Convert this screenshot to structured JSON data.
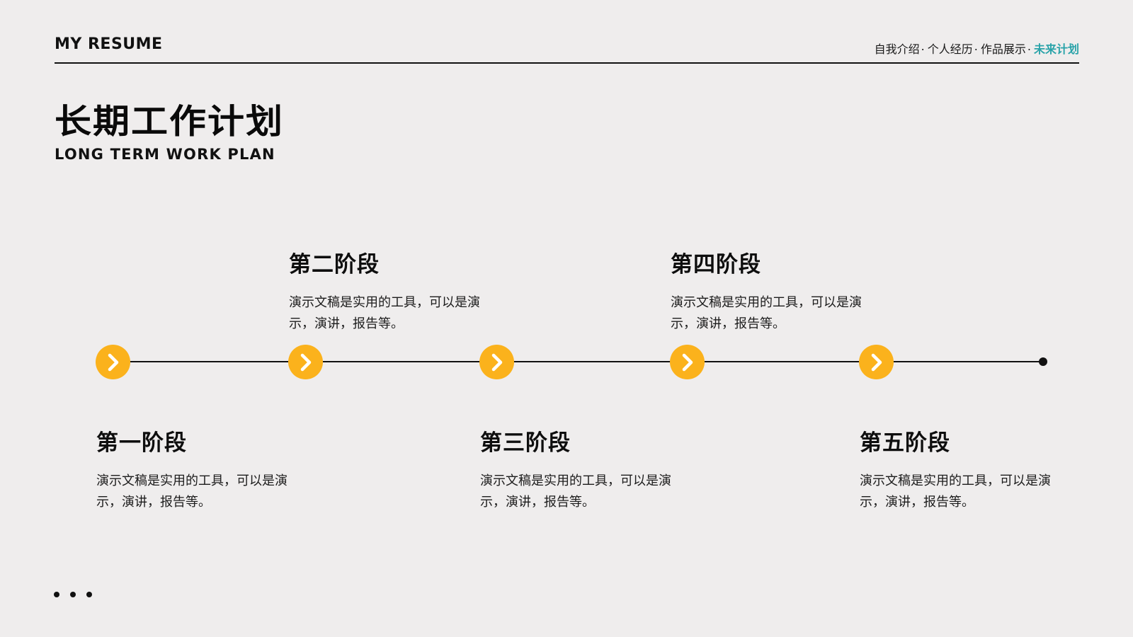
{
  "header": {
    "brand": "MY RESUME",
    "nav": [
      {
        "label": "自我介绍",
        "active": false
      },
      {
        "label": "个人经历",
        "active": false
      },
      {
        "label": "作品展示",
        "active": false
      },
      {
        "label": "未来计划",
        "active": true
      }
    ],
    "separator": ".",
    "accent_color": "#2aa3a9"
  },
  "title": {
    "main": "长期工作计划",
    "sub": "LONG TERM WORK PLAN"
  },
  "timeline": {
    "node_color": "#fbb21c",
    "node_icon": "chevron-right-icon",
    "stages": [
      {
        "title": "第一阶段",
        "desc": "演示文稿是实用的工具，可以是演示，演讲，报告等。"
      },
      {
        "title": "第二阶段",
        "desc": "演示文稿是实用的工具，可以是演示，演讲，报告等。"
      },
      {
        "title": "第三阶段",
        "desc": "演示文稿是实用的工具，可以是演示，演讲，报告等。"
      },
      {
        "title": "第四阶段",
        "desc": "演示文稿是实用的工具，可以是演示，演讲，报告等。"
      },
      {
        "title": "第五阶段",
        "desc": "演示文稿是实用的工具，可以是演示，演讲，报告等。"
      }
    ]
  }
}
